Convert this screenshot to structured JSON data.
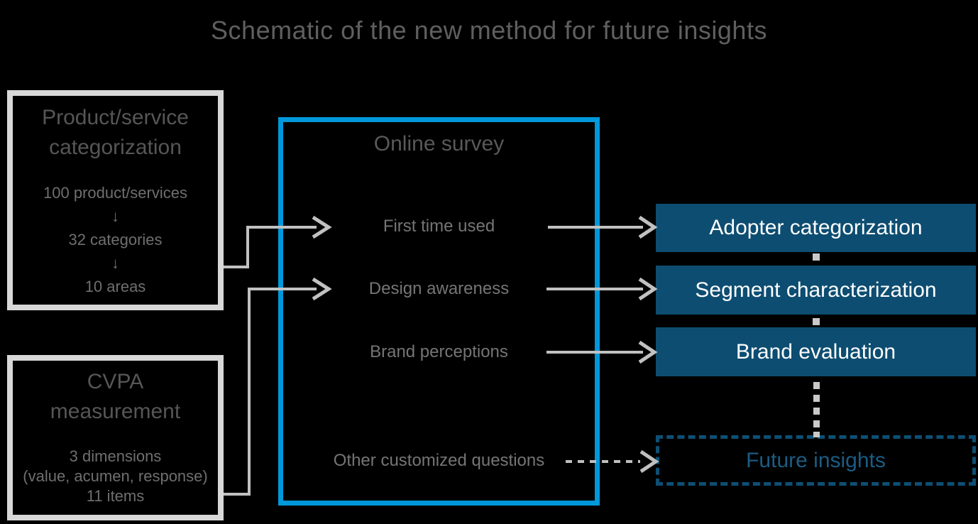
{
  "title": "Schematic of the new method for future insights",
  "left_boxes": [
    {
      "heading_lines": [
        "Product/service",
        "categorization"
      ],
      "items": [
        "100 product/services",
        "↓",
        "32 categories",
        "↓",
        "10 areas"
      ]
    },
    {
      "heading_lines": [
        "CVPA",
        "measurement"
      ],
      "items": [
        "3 dimensions",
        "(value, acumen, response)",
        "11 items"
      ]
    }
  ],
  "survey": {
    "title": "Online survey",
    "questions": [
      "First time used",
      "Design awareness",
      "Brand perceptions",
      "Other customized questions"
    ]
  },
  "outputs": [
    {
      "label": "Adopter categorization"
    },
    {
      "label": "Segment characterization"
    },
    {
      "label": "Brand evaluation"
    },
    {
      "label": "Future insights"
    }
  ],
  "colors": {
    "background": "#000000",
    "survey_border_blue": "#0098da",
    "output_box_blue": "#0d4d71",
    "future_border_blue": "#0e4f74",
    "future_text_blue": "#1b5c83",
    "left_box_border_gray": "#d8d8d8",
    "connector_gray": "#c1c1c1",
    "dotted_connector_gray": "#c9c9c9",
    "title_gray": "#5f5f5f",
    "heading_gray": "#565656",
    "body_text_gray": "#6f6f6f",
    "output_text_white": "#ffffff"
  }
}
